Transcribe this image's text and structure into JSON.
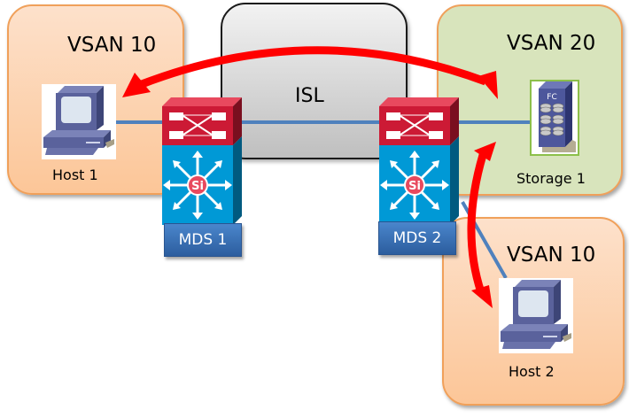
{
  "diagram": {
    "title": "Fibre Channel VSAN topology with ISL",
    "zones": [
      {
        "id": "vsan-10-left",
        "title": "VSAN 10",
        "color": "#fcd5b4"
      },
      {
        "id": "vsan-20",
        "title": "VSAN 20",
        "color": "#d8e4bc"
      },
      {
        "id": "vsan-10-right",
        "title": "VSAN 10",
        "color": "#fcd5b4"
      }
    ],
    "isl": {
      "label": "ISL",
      "color": "#d9d9d9"
    },
    "switches": [
      {
        "id": "mds1",
        "label": "MDS 1",
        "badge": "Si"
      },
      {
        "id": "mds2",
        "label": "MDS 2",
        "badge": "Si"
      }
    ],
    "hosts": [
      {
        "id": "host1",
        "label": "Host 1"
      },
      {
        "id": "host2",
        "label": "Host 2"
      }
    ],
    "storage": [
      {
        "id": "storage1",
        "label": "Storage 1",
        "badge": "FC"
      }
    ],
    "links": [
      {
        "from": "Host 1",
        "to": "MDS 1"
      },
      {
        "from": "MDS 1",
        "to": "MDS 2"
      },
      {
        "from": "MDS 2",
        "to": "Storage 1"
      },
      {
        "from": "MDS 2",
        "to": "Host 2"
      }
    ],
    "flows": [
      {
        "from": "Host 1",
        "to": "Storage 1",
        "style": "bidirectional",
        "color": "#ff0000"
      },
      {
        "from": "Storage 1",
        "to": "Host 2",
        "style": "bidirectional",
        "color": "#ff0000"
      }
    ]
  }
}
